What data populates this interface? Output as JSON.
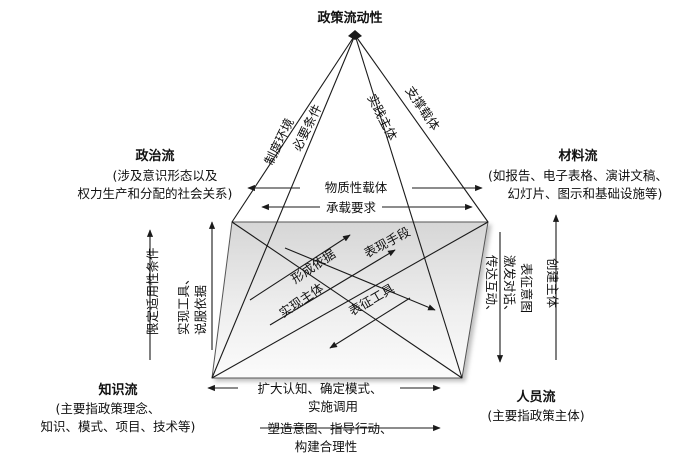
{
  "nodes": {
    "top": {
      "title": "政策流动性"
    },
    "politics": {
      "title": "政治流",
      "line1": "(涉及意识形态以及",
      "line2": "权力生产和分配的社会关系)"
    },
    "material": {
      "title": "材料流",
      "line1": "(如报告、电子表格、演讲文稿、",
      "line2": "幻灯片、图示和基础设施等)"
    },
    "knowledge": {
      "title": "知识流",
      "line1": "(主要指政策理念、",
      "line2": "知识、模式、项目、技术等)"
    },
    "people": {
      "title": "人员流",
      "line1": "(主要指政策主体)"
    }
  },
  "edges": {
    "top_left_a": "制度环境",
    "top_left_b": "必要条件",
    "top_right_a": "实践主体",
    "top_right_b": "支撑载体",
    "middle_upper_left": "物质性载体",
    "middle_upper_right": "承载要求",
    "left_outer": "限定适用性条件",
    "left_inner_a": "实现工具、",
    "left_inner_b": "说服依据",
    "right_inner_a": "传达互动、",
    "right_inner_b": "激发对话、",
    "right_inner_c": "表征意图",
    "right_outer": "创建主体",
    "bottom_upper_a": "扩大认知、确定模式、",
    "bottom_upper_b": "实施调用",
    "bottom_lower_a": "塑造意图、指导行动、",
    "bottom_lower_b": "构建合理性",
    "center_a": "形成依据",
    "center_b": "表现手段",
    "center_c": "实现主体",
    "center_d": "表征工具"
  }
}
